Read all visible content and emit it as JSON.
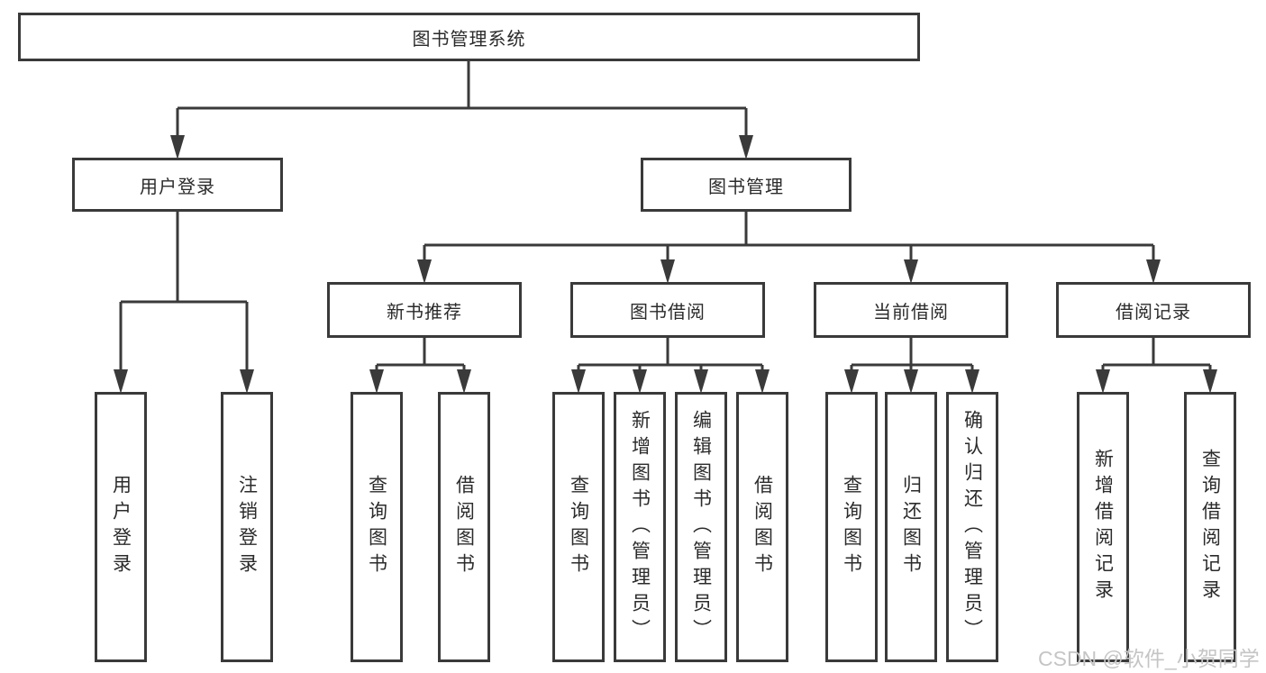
{
  "diagram": {
    "title": "图书管理系统",
    "nodes": {
      "root": "图书管理系统",
      "level2": [
        "用户登录",
        "图书管理"
      ],
      "level3": [
        "新书推荐",
        "图书借阅",
        "当前借阅",
        "借阅记录"
      ],
      "leaves": [
        "用户登录",
        "注销登录",
        "查询图书",
        "借阅图书",
        "查询图书",
        "新增图书（管理员）",
        "编辑图书（管理员）",
        "借阅图书",
        "查询图书",
        "归还图书",
        "确认归还（管理员）",
        "新增借阅记录",
        "查询借阅记录"
      ]
    },
    "hierarchy": {
      "图书管理系统": [
        "用户登录",
        "图书管理"
      ],
      "用户登录": [
        "用户登录",
        "注销登录"
      ],
      "图书管理": [
        "新书推荐",
        "图书借阅",
        "当前借阅",
        "借阅记录"
      ],
      "新书推荐": [
        "查询图书",
        "借阅图书"
      ],
      "图书借阅": [
        "查询图书",
        "新增图书（管理员）",
        "编辑图书（管理员）",
        "借阅图书"
      ],
      "当前借阅": [
        "查询图书",
        "归还图书",
        "确认归还（管理员）"
      ],
      "借阅记录": [
        "新增借阅记录",
        "查询借阅记录"
      ]
    },
    "colors": {
      "line": "#3a3a3a",
      "box_border": "#3a3a3a",
      "box_fill": "#ffffff",
      "text": "#2b2b2b",
      "watermark": "#c5c5c5",
      "background": "#ffffff"
    }
  },
  "watermark": {
    "text": "CSDN @软件_小贺同学"
  }
}
